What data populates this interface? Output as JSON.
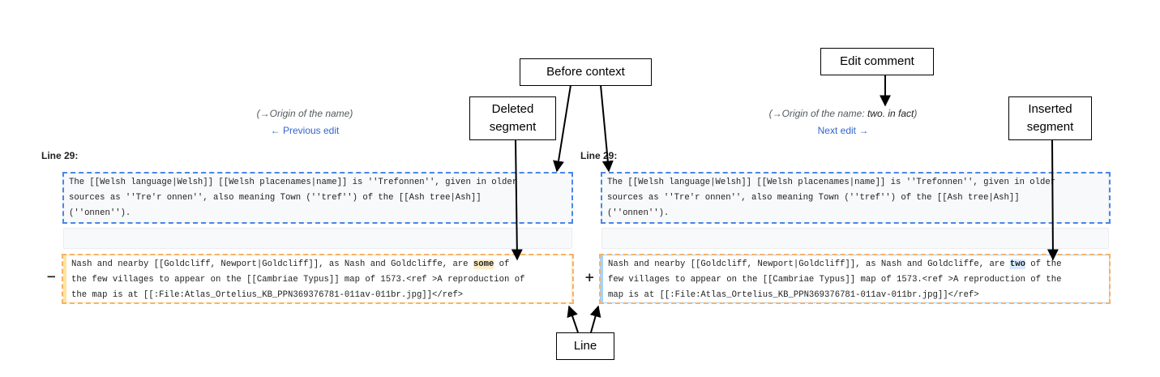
{
  "left": {
    "summary": "(→Origin of the name)",
    "nav_link": "← Previous edit",
    "line_label": "Line 29:",
    "context_lines": [
      "The [[Welsh language|Welsh]] [[Welsh placenames|name]] is ''Trefonnen'', given in older",
      "sources as ''Tre'r onnen'', also meaning Town (''tref'') of the [[Ash tree|Ash]]",
      "(''onnen'')."
    ],
    "marker": "−",
    "changed_line1_before": "Nash and nearby [[Goldcliff, Newport|Goldcliff]], as Nash and Goldcliffe, are ",
    "changed_word": "some",
    "changed_line1_after": " of",
    "changed_line2": "the few villages to appear on the [[Cambriae Typus]] map of 1573.<ref >A reproduction of",
    "changed_line3": "the map is at [[:File:Atlas_Ortelius_KB_PPN369376781-011av-011br.jpg]]</ref>"
  },
  "right": {
    "summary_prefix": "(→Origin of the name: ",
    "summary_comment": "two. in fact",
    "summary_suffix": ")",
    "nav_link": "Next edit →",
    "line_label": "Line 29:",
    "context_lines": [
      "The [[Welsh language|Welsh]] [[Welsh placenames|name]] is ''Trefonnen'', given in older",
      "sources as ''Tre'r onnen'', also meaning Town (''tref'') of the [[Ash tree|Ash]]",
      "(''onnen'')."
    ],
    "marker": "+",
    "changed_line1_before": "Nash and nearby [[Goldcliff, Newport|Goldcliff]], as Nash and Goldcliffe, are ",
    "changed_word": "two",
    "changed_line1_after": " of the",
    "changed_line2": "few villages to appear on the [[Cambriae Typus]] map of 1573.<ref >A reproduction of the",
    "changed_line3": "map is at [[:File:Atlas_Ortelius_KB_PPN369376781-011av-011br.jpg]]</ref>"
  },
  "callouts": {
    "before_context": "Before context",
    "edit_comment": "Edit comment",
    "deleted_segment_1": "Deleted",
    "deleted_segment_2": "segment",
    "inserted_segment_1": "Inserted",
    "inserted_segment_2": "segment",
    "line": "Line"
  },
  "colors": {
    "context_outline": "#4a86e8",
    "changed_outline": "#f6b26b",
    "deleted_highlight": "#feeec8",
    "inserted_highlight": "#d8ecff",
    "link": "#3366cc"
  }
}
